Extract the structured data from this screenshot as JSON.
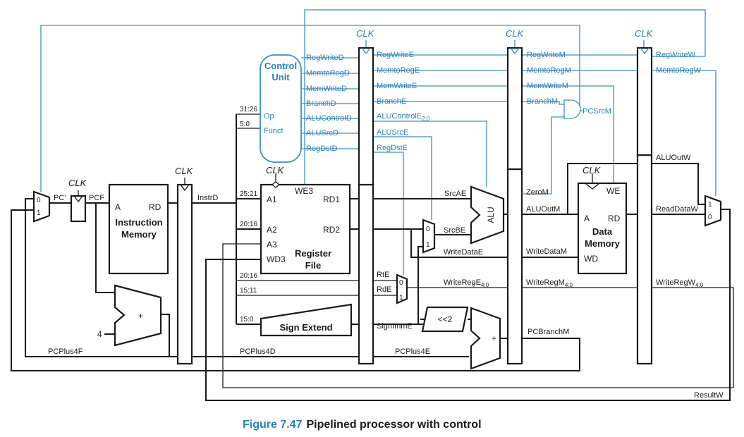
{
  "figure": {
    "number": "Figure 7.47",
    "title": "Pipelined processor with control"
  },
  "blocks": {
    "control_unit": [
      "Control",
      "Unit"
    ],
    "instruction_memory": [
      "Instruction",
      "Memory"
    ],
    "register_file": [
      "Register",
      "File"
    ],
    "data_memory": [
      "Data",
      "Memory"
    ],
    "sign_extend": "Sign Extend",
    "alu": "ALU",
    "shift": "<<2",
    "adder_symbol": "+",
    "const_four": "4"
  },
  "clock_label": "CLK",
  "ports": {
    "cu_op": "Op",
    "cu_funct": "Funct",
    "im_a": "A",
    "im_rd": "RD",
    "rf_we3": "WE3",
    "rf_a1": "A1",
    "rf_a2": "A2",
    "rf_a3": "A3",
    "rf_wd3": "WD3",
    "rf_rd1": "RD1",
    "rf_rd2": "RD2",
    "dm_we": "WE",
    "dm_a": "A",
    "dm_rd": "RD",
    "dm_wd": "WD",
    "mux0": "0",
    "mux1": "1"
  },
  "control_signals": {
    "decode": [
      "RegWriteD",
      "MemtoRegD",
      "MemWriteD",
      "BranchD",
      "ALUControlD",
      "ALUSrcD",
      "RegDstD"
    ],
    "execute": [
      "RegWriteE",
      "MemtoRegE",
      "MemWriteE",
      "BranchE",
      "ALUControlE",
      "ALUSrcE",
      "RegDstE"
    ],
    "execute_sub": "2:0",
    "memory": [
      "RegWriteM",
      "MemtoRegM",
      "MemWriteM",
      "BranchM"
    ],
    "writeback": [
      "RegWriteW",
      "MemtoRegW"
    ],
    "pcsrc": "PCSrcM"
  },
  "datapath_signals": {
    "pc_prime": "PC'",
    "pcf": "PCF",
    "instrd": "InstrD",
    "bits_31_26": "31:26",
    "bits_5_0": "5:0",
    "bits_25_21": "25:21",
    "bits_20_16a": "20:16",
    "bits_20_16b": "20:16",
    "bits_15_11": "15:11",
    "bits_15_0": "15:0",
    "srcae": "SrcAE",
    "srcbe": "SrcBE",
    "writedatae": "WriteDataE",
    "rte": "RtE",
    "rde": "RdE",
    "writerege": "WriteRegE",
    "writerege_sub": "4:0",
    "signimme": "SignImmE",
    "zerom": "ZeroM",
    "aluoutm": "ALUOutM",
    "writedatam": "WriteDataM",
    "writeregm": "WriteRegM",
    "writeregm_sub": "4:0",
    "pcbranchm": "PCBranchM",
    "aluoutw": "ALUOutW",
    "readdataw": "ReadDataW",
    "writeregw": "WriteRegW",
    "writeregw_sub": "4:0",
    "pcplus4f": "PCPlus4F",
    "pcplus4d": "PCPlus4D",
    "pcplus4e": "PCPlus4E",
    "resultw": "ResultW"
  },
  "colors": {
    "control": "#2a7fbf",
    "datapath": "#1a1a1a"
  }
}
